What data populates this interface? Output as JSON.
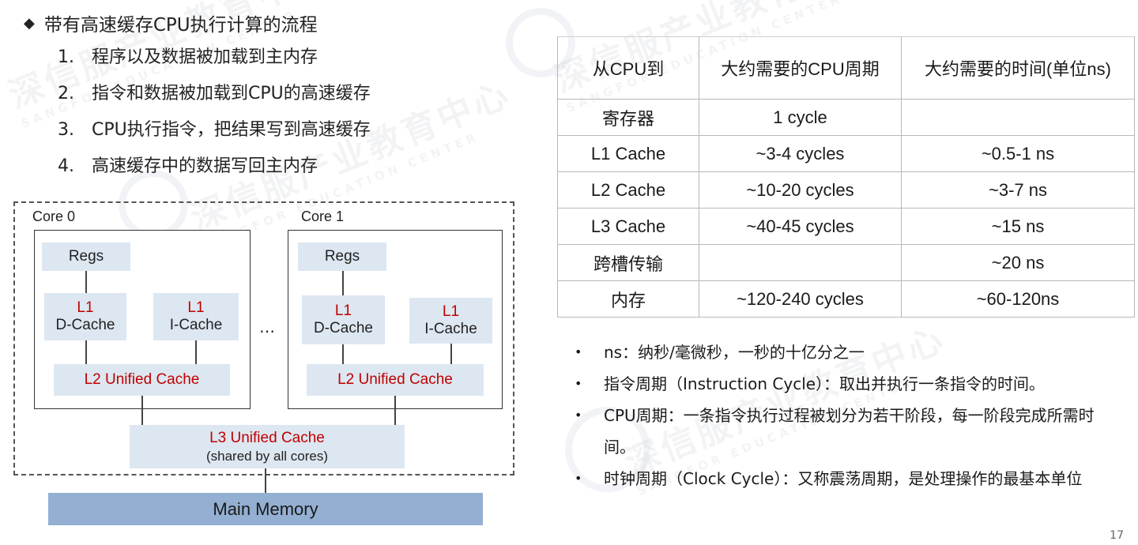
{
  "watermark": {
    "cn": "深信服产业教育中心",
    "en": "SANGFOR EDUCATION CENTER"
  },
  "heading": {
    "bullet": "◆",
    "text": "带有高速缓存CPU执行计算的流程"
  },
  "steps": [
    {
      "num": "1.",
      "text": "程序以及数据被加载到主内存"
    },
    {
      "num": "2.",
      "text": "指令和数据被加载到CPU的高速缓存"
    },
    {
      "num": "3.",
      "text": "CPU执行指令，把结果写到高速缓存"
    },
    {
      "num": "4.",
      "text": "高速缓存中的数据写回主内存"
    }
  ],
  "diagram": {
    "core0": {
      "label": "Core 0",
      "regs": "Regs",
      "l1d": {
        "level": "L1",
        "name": "D-Cache"
      },
      "l1i": {
        "level": "L1",
        "name": "I-Cache"
      },
      "l2": "L2 Unified Cache"
    },
    "core1": {
      "label": "Core 1",
      "regs": "Regs",
      "l1d": {
        "level": "L1",
        "name": "D-Cache"
      },
      "l1i": {
        "level": "L1",
        "name": "I-Cache"
      },
      "l2": "L2 Unified Cache"
    },
    "ellipsis": "…",
    "l3": {
      "title": "L3 Unified Cache",
      "subtitle": "(shared by all cores)"
    },
    "main_memory": "Main Memory",
    "colors": {
      "cache_fill": "#dde7f1",
      "main_memory_fill": "#93afd1",
      "level_text": "#c00000"
    }
  },
  "table": {
    "headers": [
      "从CPU到",
      "大约需要的CPU周期",
      "大约需要的时间(单位ns)"
    ],
    "rows": [
      [
        "寄存器",
        "1 cycle",
        ""
      ],
      [
        "L1 Cache",
        "~3-4 cycles",
        "~0.5-1 ns"
      ],
      [
        "L2 Cache",
        "~10-20 cycles",
        "~3-7 ns"
      ],
      [
        "L3 Cache",
        "~40-45 cycles",
        "~15 ns"
      ],
      [
        "跨槽传输",
        "",
        "~20 ns"
      ],
      [
        "内存",
        "~120-240 cycles",
        "~60-120ns"
      ]
    ]
  },
  "notes": [
    "ns：纳秒/毫微秒，一秒的十亿分之一",
    "指令周期（Instruction Cycle）：取出并执行一条指令的时间。",
    "CPU周期：一条指令执行过程被划分为若干阶段，每一阶段完成所需时间。",
    "时钟周期（Clock Cycle）：又称震荡周期，是处理操作的最基本单位"
  ],
  "page_number": "17"
}
